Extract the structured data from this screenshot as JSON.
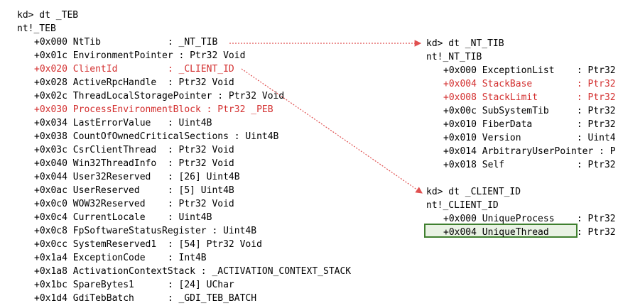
{
  "colors": {
    "highlight_text": "#d32f2f",
    "arrow": "#e05050",
    "box_border": "#3f7f2f"
  },
  "left_panel": {
    "command": "kd> dt _TEB",
    "type_name": "nt!_TEB",
    "fields": [
      {
        "text": "+0x000 NtTib            : _NT_TIB",
        "highlight": false
      },
      {
        "text": "+0x01c EnvironmentPointer : Ptr32 Void",
        "highlight": false
      },
      {
        "text": "+0x020 ClientId         : _CLIENT_ID",
        "highlight": true
      },
      {
        "text": "+0x028 ActiveRpcHandle  : Ptr32 Void",
        "highlight": false
      },
      {
        "text": "+0x02c ThreadLocalStoragePointer : Ptr32 Void",
        "highlight": false
      },
      {
        "text": "+0x030 ProcessEnvironmentBlock : Ptr32 _PEB",
        "highlight": true
      },
      {
        "text": "+0x034 LastErrorValue   : Uint4B",
        "highlight": false
      },
      {
        "text": "+0x038 CountOfOwnedCriticalSections : Uint4B",
        "highlight": false
      },
      {
        "text": "+0x03c CsrClientThread  : Ptr32 Void",
        "highlight": false
      },
      {
        "text": "+0x040 Win32ThreadInfo  : Ptr32 Void",
        "highlight": false
      },
      {
        "text": "+0x044 User32Reserved   : [26] Uint4B",
        "highlight": false
      },
      {
        "text": "+0x0ac UserReserved     : [5] Uint4B",
        "highlight": false
      },
      {
        "text": "+0x0c0 WOW32Reserved    : Ptr32 Void",
        "highlight": false
      },
      {
        "text": "+0x0c4 CurrentLocale    : Uint4B",
        "highlight": false
      },
      {
        "text": "+0x0c8 FpSoftwareStatusRegister : Uint4B",
        "highlight": false
      },
      {
        "text": "+0x0cc SystemReserved1  : [54] Ptr32 Void",
        "highlight": false
      },
      {
        "text": "+0x1a4 ExceptionCode    : Int4B",
        "highlight": false
      },
      {
        "text": "+0x1a8 ActivationContextStack : _ACTIVATION_CONTEXT_STACK",
        "highlight": false
      },
      {
        "text": "+0x1bc SpareBytes1      : [24] UChar",
        "highlight": false
      },
      {
        "text": "+0x1d4 GdiTebBatch      : _GDI_TEB_BATCH",
        "highlight": false
      }
    ]
  },
  "nt_tib_panel": {
    "command": "kd> dt _NT_TIB",
    "type_name": "nt!_NT_TIB",
    "fields": [
      {
        "text": "+0x000 ExceptionList    : Ptr32",
        "highlight": false
      },
      {
        "text": "+0x004 StackBase        : Ptr32",
        "highlight": true
      },
      {
        "text": "+0x008 StackLimit       : Ptr32",
        "highlight": true
      },
      {
        "text": "+0x00c SubSystemTib     : Ptr32",
        "highlight": false
      },
      {
        "text": "+0x010 FiberData        : Ptr32",
        "highlight": false
      },
      {
        "text": "+0x010 Version          : Uint4",
        "highlight": false
      },
      {
        "text": "+0x014 ArbitraryUserPointer : P",
        "highlight": false
      },
      {
        "text": "+0x018 Self             : Ptr32",
        "highlight": false
      }
    ]
  },
  "client_id_panel": {
    "command": "kd> dt _CLIENT_ID",
    "type_name": "nt!_CLIENT_ID",
    "fields": [
      {
        "text": "+0x000 UniqueProcess    : Ptr32",
        "highlight": false
      },
      {
        "text": "+0x004 UniqueThread     : Ptr32",
        "highlight": false
      }
    ]
  }
}
